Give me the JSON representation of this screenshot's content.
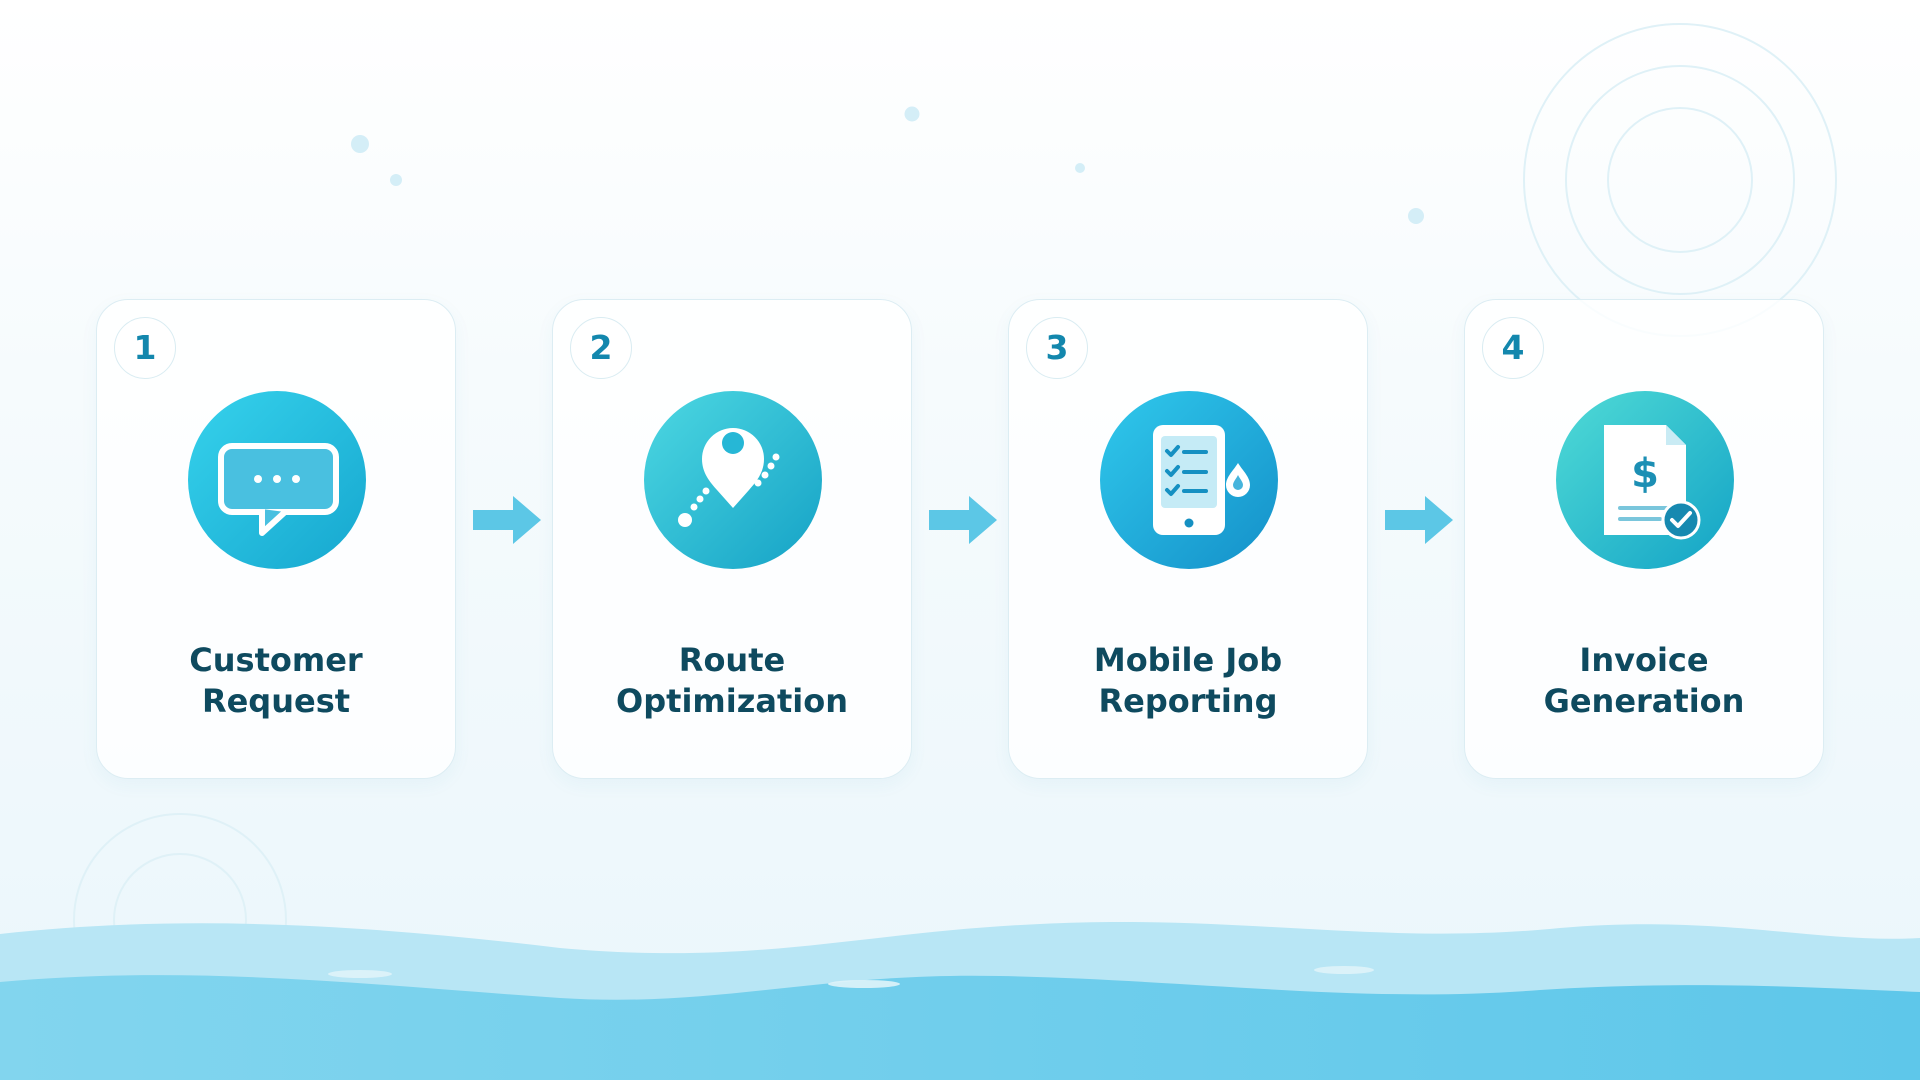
{
  "colors": {
    "label": "#0e4a5f",
    "badge_number": "#1387ad",
    "arrow": "#5cc7e6",
    "wave_light": "#b8e6f5",
    "wave_dark": "#6fcfea"
  },
  "steps": [
    {
      "number": "1",
      "line1": "Customer",
      "line2": "Request",
      "icon": "chat-bubble-icon"
    },
    {
      "number": "2",
      "line1": "Route",
      "line2": "Optimization",
      "icon": "route-pin-icon"
    },
    {
      "number": "3",
      "line1": "Mobile Job",
      "line2": "Reporting",
      "icon": "mobile-checklist-icon"
    },
    {
      "number": "4",
      "line1": "Invoice",
      "line2": "Generation",
      "icon": "invoice-document-icon"
    }
  ]
}
